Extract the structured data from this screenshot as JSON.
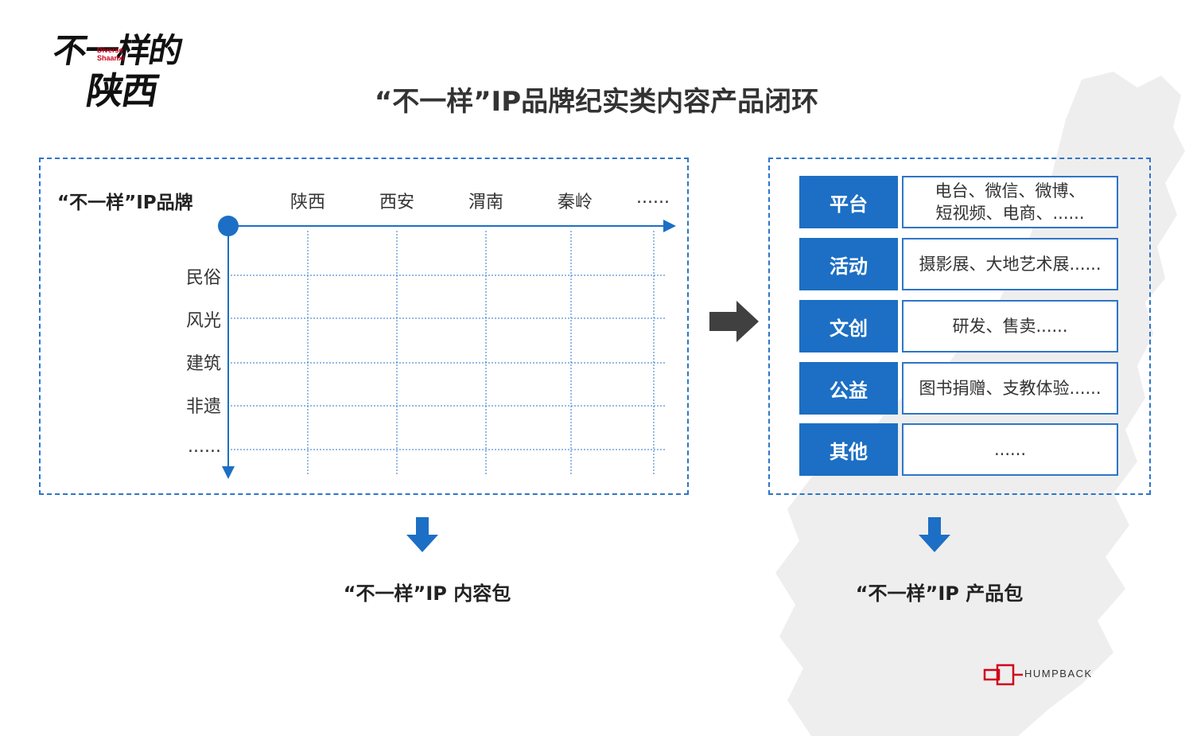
{
  "logo": {
    "line1": "不一样的",
    "line2": "陕西",
    "tag_line1": "Diverse",
    "tag_line2": "Shaanxi"
  },
  "title": "“不一样”IP品牌纪实类内容产品闭环",
  "matrix": {
    "brand_label": "“不一样”IP品牌",
    "columns": [
      "陕西",
      "西安",
      "渭南",
      "秦岭",
      "......"
    ],
    "rows": [
      "民俗",
      "风光",
      "建筑",
      "非遗",
      "......"
    ]
  },
  "categories": [
    {
      "label": "平台",
      "desc_line1": "电台、微信、微博、",
      "desc_line2": "短视频、电商、......"
    },
    {
      "label": "活动",
      "desc_line1": "摄影展、大地艺术展......",
      "desc_line2": ""
    },
    {
      "label": "文创",
      "desc_line1": "研发、售卖......",
      "desc_line2": ""
    },
    {
      "label": "公益",
      "desc_line1": "图书捐赠、支教体验......",
      "desc_line2": ""
    },
    {
      "label": "其他",
      "desc_line1": "......",
      "desc_line2": ""
    }
  ],
  "packages": {
    "left": "“不一样”IP 内容包",
    "right": "“不一样”IP 产品包"
  },
  "footer_brand": "HUMPBACK",
  "colors": {
    "accent_blue": "#1c6fc4",
    "dashed_blue": "#2e75c8",
    "arrow_gray": "#404040",
    "map_gray": "#eeeeee",
    "brand_red": "#d0021b"
  }
}
